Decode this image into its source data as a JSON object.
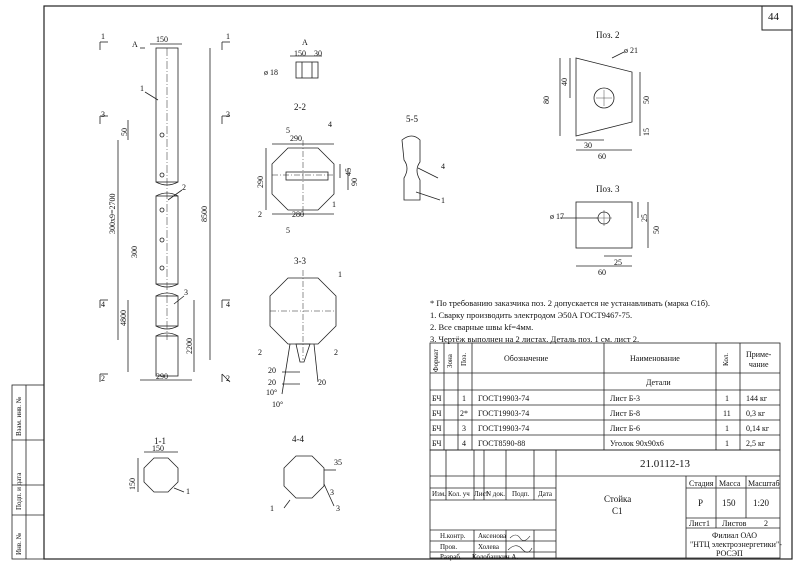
{
  "sheet": {
    "number": "44"
  },
  "views": {
    "a_label": "A",
    "a_dim150": "150",
    "a_view_title": "A",
    "a_view_dim150": "150",
    "a_view_dim30": "30",
    "a_view_dia": "ø 18",
    "top_dim150": "150",
    "dim_50": "50",
    "dim_300x9": "300x9=2700",
    "dim_300": "300",
    "dim_8500": "8500",
    "dim_4800": "4800",
    "dim_2200": "2200",
    "dim_290_bottom": "290",
    "sec_1": "1",
    "sec_2": "2",
    "sec_3": "3",
    "sec_4": "4",
    "sec22_title": "2-2",
    "sec22_290": "290",
    "sec22_45": "45",
    "sec22_90": "90",
    "sec22_290v": "290",
    "sec22_280": "280",
    "sec55_title": "5-5",
    "sec5": "5",
    "sec33_title": "3-3",
    "sec33_20a": "20",
    "sec33_20b": "20",
    "sec33_20c": "20",
    "sec33_10a": "10°",
    "sec33_10b": "10°",
    "sec11_title": "1-1",
    "sec11_150a": "150",
    "sec11_150b": "150",
    "sec44_title": "4-4",
    "sec44_35": "35",
    "sec44_3": "3",
    "pos2_title": "Поз. 2",
    "pos2_dia": "ø 21",
    "pos2_40": "40",
    "pos2_80": "80",
    "pos2_50": "50",
    "pos2_15": "15",
    "pos2_30": "30",
    "pos2_60": "60",
    "pos3_title": "Поз. 3",
    "pos3_dia": "ø 17",
    "pos3_25a": "25",
    "pos3_50": "50",
    "pos3_25b": "25",
    "pos3_60": "60"
  },
  "notes": [
    "* По требованию заказчика поз. 2 допускается не устанавливать (марка С1б).",
    "1. Сварку производить электродом Э50А ГОСТ9467-75.",
    "2. Все сварные швы kf=4мм.",
    "3. Чертёж выполнен на 2 листах. Деталь поз. 1 см. лист 2."
  ],
  "spec": {
    "headers": {
      "format": "Формат",
      "zone": "Зона",
      "pos": "Поз.",
      "designation": "Обозначение",
      "name": "Наименование",
      "qty": "Кол.",
      "note": "Приме-\nчание"
    },
    "section": "Детали",
    "rows": [
      {
        "format": "БЧ",
        "zone": "",
        "pos": "1",
        "designation": "ГОСТ19903-74",
        "name": "Лист Б-3",
        "qty": "1",
        "note": "144 кг"
      },
      {
        "format": "БЧ",
        "zone": "",
        "pos": "2*",
        "designation": "ГОСТ19903-74",
        "name": "Лист Б-8",
        "qty": "11",
        "note": "0,3 кг"
      },
      {
        "format": "БЧ",
        "zone": "",
        "pos": "3",
        "designation": "ГОСТ19903-74",
        "name": "Лист Б-6",
        "qty": "1",
        "note": "0,14 кг"
      },
      {
        "format": "БЧ",
        "zone": "",
        "pos": "4",
        "designation": "ГОСТ8590-88",
        "name": "Уголок 90х90х6",
        "qty": "1",
        "note": "2,5 кг"
      }
    ]
  },
  "stamp": {
    "doc_number": "21.0112-13",
    "title_line1": "Стойка",
    "title_line2": "С1",
    "stage_label": "Стадия",
    "mass_label": "Масса",
    "scale_label": "Масштаб",
    "stage": "Р",
    "mass": "150",
    "scale": "1:20",
    "sheet_label": "Лист",
    "sheet_value": "1",
    "sheets_label": "Листов",
    "sheets_value": "2",
    "org_line1": "Филиал ОАО",
    "org_line2": "\"НТЦ электроэнергетики\"-",
    "org_line3": "РОСЭП",
    "col_izm": "Изм.",
    "col_kol": "Кол. уч",
    "col_list": "Лист",
    "col_ndok": "N док.",
    "col_podp": "Подп.",
    "col_data": "Дата",
    "role1": "Н.контр.",
    "role2": "Пров.",
    "role3": "Разраб.",
    "name1": "Аксенова",
    "name2": "Холева",
    "name3": "Колобашкин А."
  },
  "side_labels": [
    "Инв. №",
    "Подп. и дата",
    "Взам. инв. №"
  ]
}
